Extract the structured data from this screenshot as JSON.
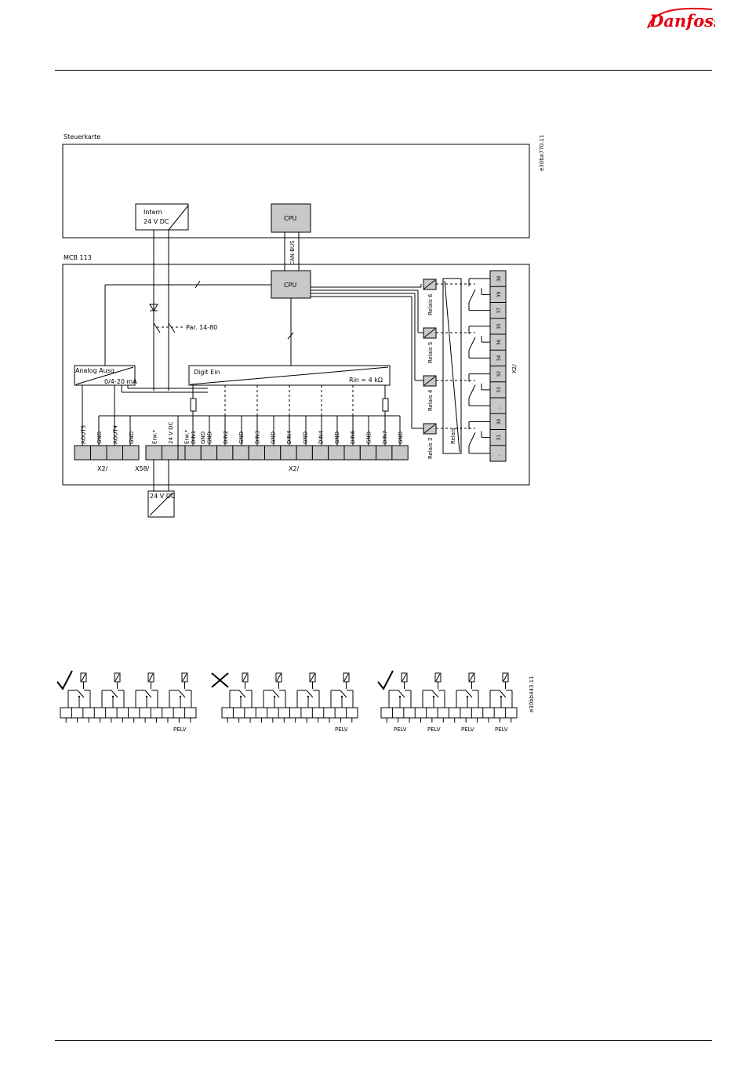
{
  "brand": {
    "logo_text": "Danfoss",
    "brand_color": "#e2000f"
  },
  "diagram1": {
    "id": "e30ba770.11",
    "top_box_label": "Steuerkarte",
    "module_label": "MCB 113",
    "intern_label_line1": "Intern",
    "intern_label_line2": "24 V DC",
    "cpu_label": "CPU",
    "canbus_label": "CAN-BUS",
    "par_label": "Par. 14-80",
    "analog_label": "Analog Ausg.",
    "analog_range": "0/4-20 mA",
    "digit_label": "Digit Ein",
    "rin_label": "Rin = 4 kΩ",
    "relays": [
      "Relais 6",
      "Relais 5",
      "Relais 4",
      "Relais 3"
    ],
    "relay_bus_label": "Relais",
    "terminal_group_label": "X2/",
    "right_terminals": [
      "38",
      "39",
      "37",
      "35",
      "36",
      "34",
      "32",
      "33",
      "-",
      "30",
      "31",
      "-"
    ],
    "bottom_terminals_a": [
      "AOUT3",
      "GND",
      "AOUT4",
      "GND"
    ],
    "bottom_terminals_b": [
      "Erw.*",
      "24 V DC",
      "Erw.*",
      "GND"
    ],
    "bottom_terminals_c": [
      "DIN1",
      "GND",
      "DIN2",
      "GND",
      "DIN3",
      "GND",
      "DIN4",
      "GND",
      "DIN4",
      "GND",
      "DIN6",
      "GND",
      "DIN7",
      "GND"
    ],
    "group_x2_left": "X2/",
    "group_x58": "X58/",
    "group_x2_right": "X2/",
    "ext_supply_label": "24 V DC"
  },
  "diagram2": {
    "id": "e30bb443.11",
    "pelv_label": "PELV",
    "variants": [
      {
        "status": "ok",
        "pelv_count": 1
      },
      {
        "status": "wrong",
        "pelv_count": 1
      },
      {
        "status": "ok",
        "pelv_count": 4
      }
    ]
  }
}
